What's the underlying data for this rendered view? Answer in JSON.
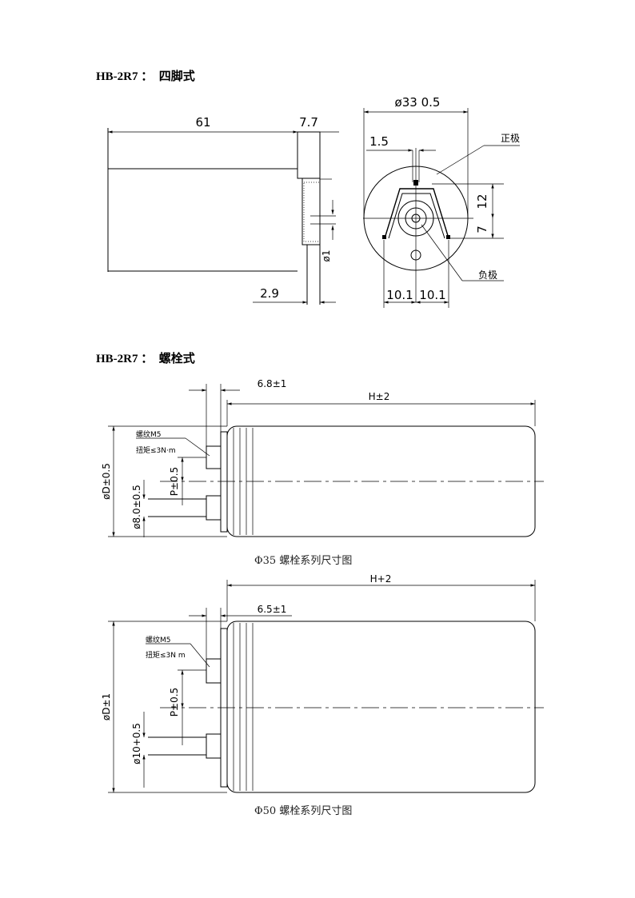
{
  "section1": {
    "model": "HB-2R7 ：",
    "type": "四脚式"
  },
  "section2": {
    "model": "HB-2R7 ：",
    "type": "螺栓式"
  },
  "fourpin": {
    "side": {
      "length": "61",
      "head": "7.7",
      "pin_gap": "2.9",
      "pin_dia": "ø1"
    },
    "front": {
      "dia": "ø33 0.5",
      "pin_width": "1.5",
      "pos_label": "正极",
      "neg_label": "负极",
      "height_a": "12",
      "height_b": "7",
      "spacing_left": "10.1",
      "spacing_right": "10.1"
    }
  },
  "bolt35": {
    "terminal": "6.8±1",
    "length": "H±2",
    "thread": "螺纹M5",
    "torque": "扭矩≤3N·m",
    "pitch": "P±0.5",
    "dia": "øD±0.5",
    "bolt_dia": "ø8.0±0.5",
    "caption": "Φ35 螺栓系列尺寸图"
  },
  "bolt50": {
    "terminal": "6.5±1",
    "length": "H+2",
    "thread": "螺纹M5",
    "torque": "扭矩≤3N m",
    "pitch": "P±0.5",
    "dia": "øD±1",
    "bolt_dia": "ø10+0.5",
    "caption": "Φ50 螺栓系列尺寸图"
  }
}
